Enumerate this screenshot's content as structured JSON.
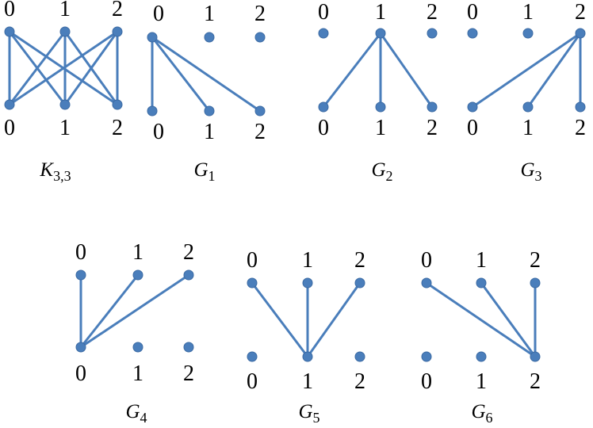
{
  "colors": {
    "node": "#4a7ebb",
    "edge": "#4a7ebb",
    "text": "#000000"
  },
  "vertex_labels": [
    "0",
    "1",
    "2"
  ],
  "graphs": [
    {
      "name": "K",
      "subscript": "3,3",
      "edges": [
        [
          0,
          0
        ],
        [
          0,
          1
        ],
        [
          0,
          2
        ],
        [
          1,
          0
        ],
        [
          1,
          1
        ],
        [
          1,
          2
        ],
        [
          2,
          0
        ],
        [
          2,
          1
        ],
        [
          2,
          2
        ]
      ]
    },
    {
      "name": "G",
      "subscript": "1",
      "edges": [
        [
          0,
          0
        ],
        [
          0,
          1
        ],
        [
          0,
          2
        ]
      ]
    },
    {
      "name": "G",
      "subscript": "2",
      "edges": [
        [
          1,
          0
        ],
        [
          1,
          1
        ],
        [
          1,
          2
        ]
      ]
    },
    {
      "name": "G",
      "subscript": "3",
      "edges": [
        [
          2,
          0
        ],
        [
          2,
          1
        ],
        [
          2,
          2
        ]
      ]
    },
    {
      "name": "G",
      "subscript": "4",
      "edges": [
        [
          0,
          0
        ],
        [
          1,
          0
        ],
        [
          2,
          0
        ]
      ]
    },
    {
      "name": "G",
      "subscript": "5",
      "edges": [
        [
          0,
          1
        ],
        [
          1,
          1
        ],
        [
          2,
          1
        ]
      ]
    },
    {
      "name": "G",
      "subscript": "6",
      "edges": [
        [
          0,
          2
        ],
        [
          1,
          2
        ],
        [
          2,
          2
        ]
      ]
    }
  ]
}
